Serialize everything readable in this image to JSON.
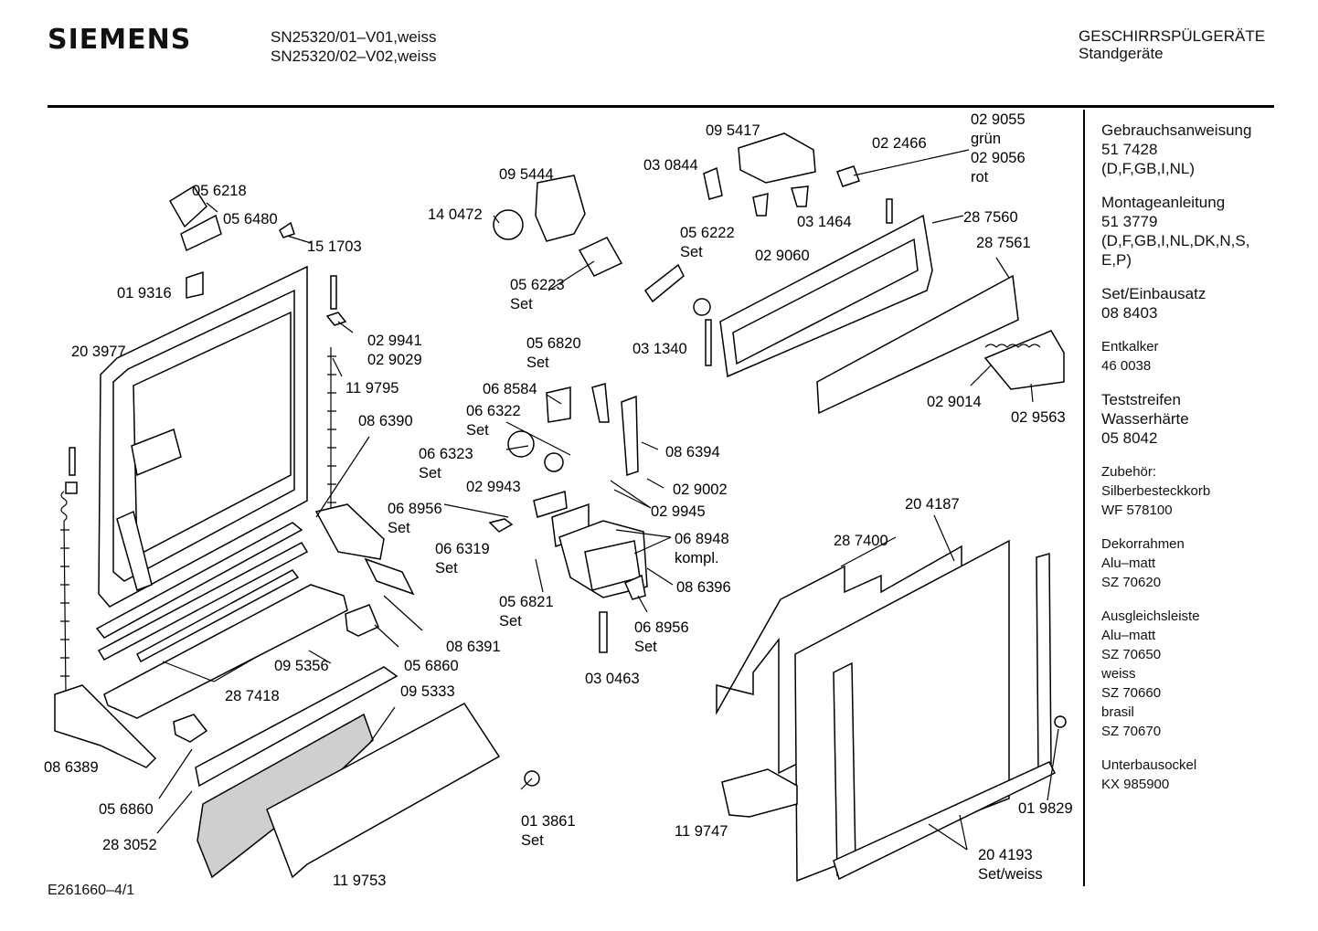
{
  "header": {
    "brand": "SIEMENS",
    "model_1": "SN25320/01–V01,weiss",
    "model_2": "SN25320/02–V02,weiss",
    "category": "GESCHIRRSPÜLGERÄTE",
    "subcategory": "Standgeräte"
  },
  "footer": {
    "drawing_id": "E261660–4/1"
  },
  "sidebar": [
    {
      "size": "lg",
      "lines": [
        "Gebrauchsanweisung",
        "51 7428",
        "(D,F,GB,I,NL)"
      ]
    },
    {
      "size": "lg",
      "lines": [
        "Montageanleitung",
        "51 3779",
        "(D,F,GB,I,NL,DK,N,S,",
        "E,P)"
      ]
    },
    {
      "size": "lg",
      "lines": [
        "Set/Einbausatz",
        "08 8403"
      ]
    },
    {
      "size": "sm",
      "lines": [
        "Entkalker",
        "46 0038"
      ]
    },
    {
      "size": "lg",
      "lines": [
        "Teststreifen",
        "Wasserhärte",
        "05 8042"
      ]
    },
    {
      "size": "sm",
      "lines": [
        "Zubehör:",
        "Silberbesteckkorb",
        "WF 578100"
      ]
    },
    {
      "size": "sm",
      "lines": [
        "Dekorrahmen",
        "Alu–matt",
        "SZ 70620"
      ]
    },
    {
      "size": "sm",
      "lines": [
        "Ausgleichsleiste",
        "Alu–matt",
        "SZ 70650",
        "weiss",
        "SZ 70660",
        "brasil",
        "SZ 70670"
      ]
    },
    {
      "size": "sm",
      "lines": [
        "Unterbausockel",
        "KX 985900"
      ]
    }
  ],
  "labels": {
    "p056218": "05 6218",
    "p056480": "05 6480",
    "p151703": "15 1703",
    "p019316": "01 9316",
    "p203977": "20 3977",
    "p029941": "02 9941",
    "p029029": "02 9029",
    "p119795": "11 9795",
    "p086390": "08 6390",
    "p086389": "08 6389",
    "p095356": "09 5356",
    "p287418": "28 7418",
    "p056860a": "05 6860",
    "p095333": "09 5333",
    "p056860b": "05 6860",
    "p283052": "28 3052",
    "p119753": "11 9753",
    "p013861": "01 3861",
    "p013861set": "Set",
    "p086391": "08 6391",
    "p095444": "09 5444",
    "p140472": "14 0472",
    "p056223": "05 6223",
    "p056223set": "Set",
    "p095417": "09 5417",
    "p030844": "03 0844",
    "p022466": "02 2466",
    "p029055": "02 9055",
    "p029055c": "grün",
    "p029056": "02 9056",
    "p029056c": "rot",
    "p056222": "05 6222",
    "p056222set": "Set",
    "p029060": "02 9060",
    "p031464": "03 1464",
    "p287560": "28 7560",
    "p287561": "28 7561",
    "p031340": "03 1340",
    "p056820": "05 6820",
    "p056820set": "Set",
    "p068584": "06 8584",
    "p066322": "06 6322",
    "p066322set": "Set",
    "p066323": "06 6323",
    "p066323set": "Set",
    "p029943": "02 9943",
    "p068956a": "06 8956",
    "p068956aset": "Set",
    "p066319": "06 6319",
    "p066319set": "Set",
    "p056821": "05 6821",
    "p056821set": "Set",
    "p086394": "08 6394",
    "p029002": "02 9002",
    "p029945": "02 9945",
    "p068948": "06 8948",
    "p068948k": "kompl.",
    "p086396": "08 6396",
    "p068956b": "06 8956",
    "p068956bset": "Set",
    "p030463": "03 0463",
    "p029014": "02 9014",
    "p029563": "02 9563",
    "p204187": "20 4187",
    "p287400": "28 7400",
    "p119747": "11 9747",
    "p019829": "01 9829",
    "p204193": "20 4193",
    "p204193set": "Set/weiss"
  }
}
